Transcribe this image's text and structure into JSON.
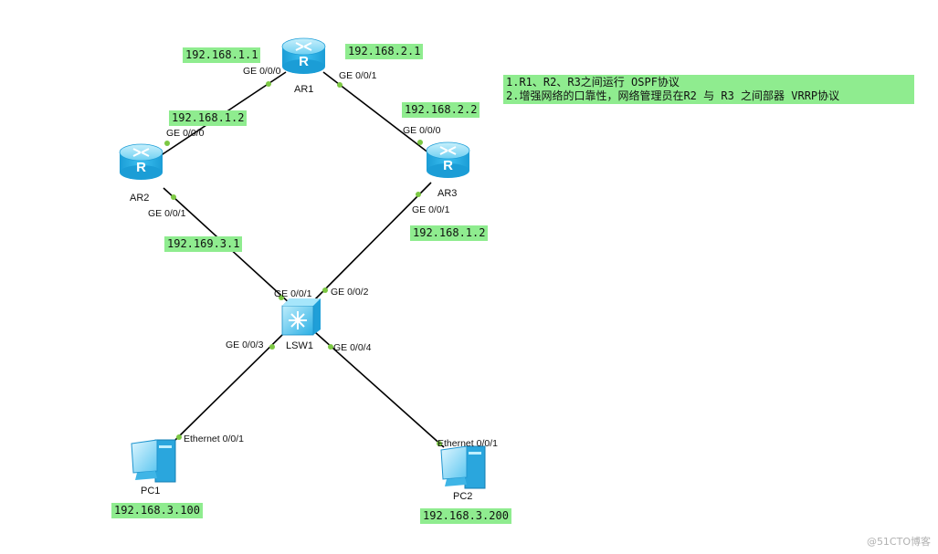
{
  "devices": {
    "ar1": {
      "name": "AR1",
      "icon": "router-icon"
    },
    "ar2": {
      "name": "AR2",
      "icon": "router-icon"
    },
    "ar3": {
      "name": "AR3",
      "icon": "router-icon"
    },
    "lsw1": {
      "name": "LSW1",
      "icon": "switch-icon"
    },
    "pc1": {
      "name": "PC1",
      "icon": "pc-icon"
    },
    "pc2": {
      "name": "PC2",
      "icon": "pc-icon"
    }
  },
  "ports": {
    "ar1_ge000": "GE 0/0/0",
    "ar1_ge001": "GE 0/0/1",
    "ar2_ge000": "GE 0/0/0",
    "ar2_ge001": "GE 0/0/1",
    "ar3_ge000": "GE 0/0/0",
    "ar3_ge001": "GE 0/0/1",
    "lsw_ge001": "GE 0/0/1",
    "lsw_ge002": "GE 0/0/2",
    "lsw_ge003": "GE 0/0/3",
    "lsw_ge004": "GE 0/0/4",
    "pc1_eth": "Ethernet 0/0/1",
    "pc2_eth": "Ethernet 0/0/1"
  },
  "ip_labels": {
    "ar1_ge000": "192.168.1.1",
    "ar1_ge001": "192.168.2.1",
    "ar2_ge000": "192.168.1.2",
    "ar2_ge001": "192.169.3.1",
    "ar3_ge000": "192.168.2.2",
    "ar3_ge001": "192.168.1.2",
    "pc1": "192.168.3.100",
    "pc2": "192.168.3.200"
  },
  "notes": [
    "1.R1、R2、R3之间运行 OSPF协议",
    "2.增强网络的口靠性，网络管理员在R2 与 R3 之间部器 VRRP协议"
  ],
  "watermark": "@51CTO博客",
  "colors": {
    "label_bg": "#8fec8f",
    "port_dot": "#7cc843",
    "router_blue": "#29aee3",
    "link": "#000000"
  }
}
